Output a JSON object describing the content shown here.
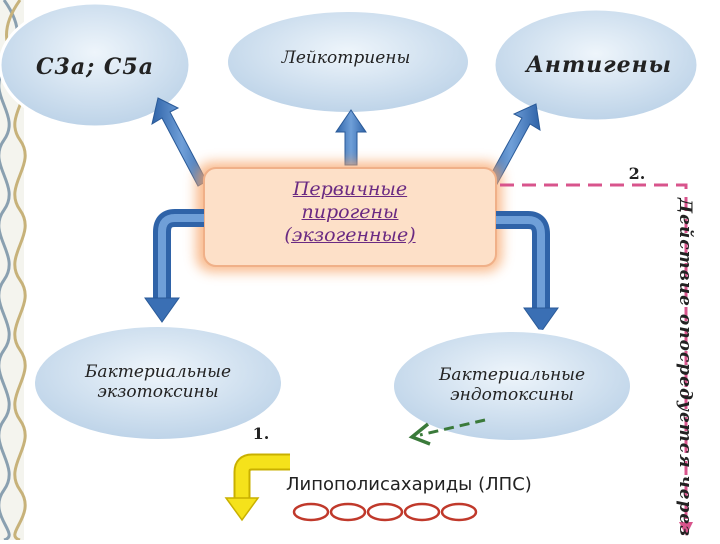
{
  "nodes": {
    "c3a_c5a": "C3a; C5a",
    "leukotrienes": "Лейкотриены",
    "antigens": "Антигены",
    "primary_line1": "Первичные",
    "primary_line2": "пирогены",
    "primary_line3": "(экзогенные)",
    "exotoxins_line1": "Бактериальные",
    "exotoxins_line2": "экзотоксины",
    "endotoxins_line1": "Бактериальные",
    "endotoxins_line2": "эндотоксины",
    "lps": "Липополисахариды (ЛПС)"
  },
  "markers": {
    "one": "1.",
    "two": "2."
  },
  "side_label": "Действие опосредуется через",
  "colors": {
    "ellipse": "#cfe0ef",
    "arrow_blue": "#4a7fc0",
    "center_box": "#fde0c8",
    "center_glow": "#f7a468",
    "dashed_pink": "#d8548c",
    "dashed_green": "#3a7a3a",
    "yellow_arrow": "#f5e21b",
    "chain": "#c0392b"
  }
}
